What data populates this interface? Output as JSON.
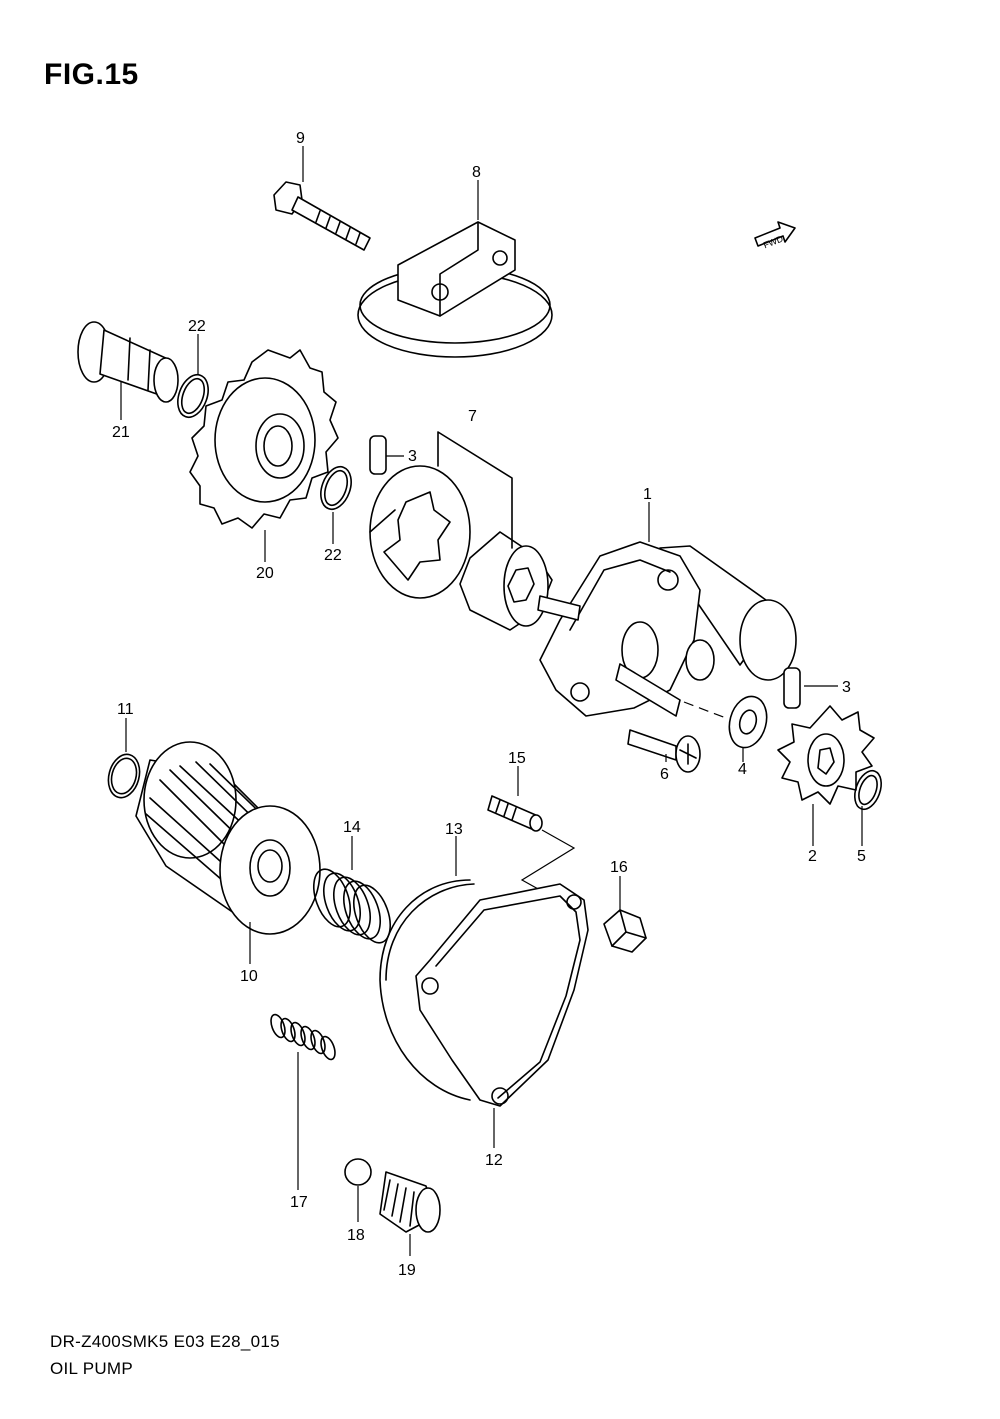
{
  "figure": {
    "title": "FIG.15",
    "model_code": "DR-Z400SMK5 E03 E28_015",
    "section_name": "OIL PUMP",
    "fwd_label": "FWD"
  },
  "parts": [
    {
      "ref": "1"
    },
    {
      "ref": "2"
    },
    {
      "ref": "3"
    },
    {
      "ref": "3"
    },
    {
      "ref": "4"
    },
    {
      "ref": "5"
    },
    {
      "ref": "6"
    },
    {
      "ref": "7"
    },
    {
      "ref": "8"
    },
    {
      "ref": "9"
    },
    {
      "ref": "10"
    },
    {
      "ref": "11"
    },
    {
      "ref": "12"
    },
    {
      "ref": "13"
    },
    {
      "ref": "14"
    },
    {
      "ref": "15"
    },
    {
      "ref": "16"
    },
    {
      "ref": "17"
    },
    {
      "ref": "18"
    },
    {
      "ref": "19"
    },
    {
      "ref": "20"
    },
    {
      "ref": "21"
    },
    {
      "ref": "22"
    },
    {
      "ref": "22"
    }
  ],
  "icons": [
    "fwd-arrow-icon"
  ]
}
